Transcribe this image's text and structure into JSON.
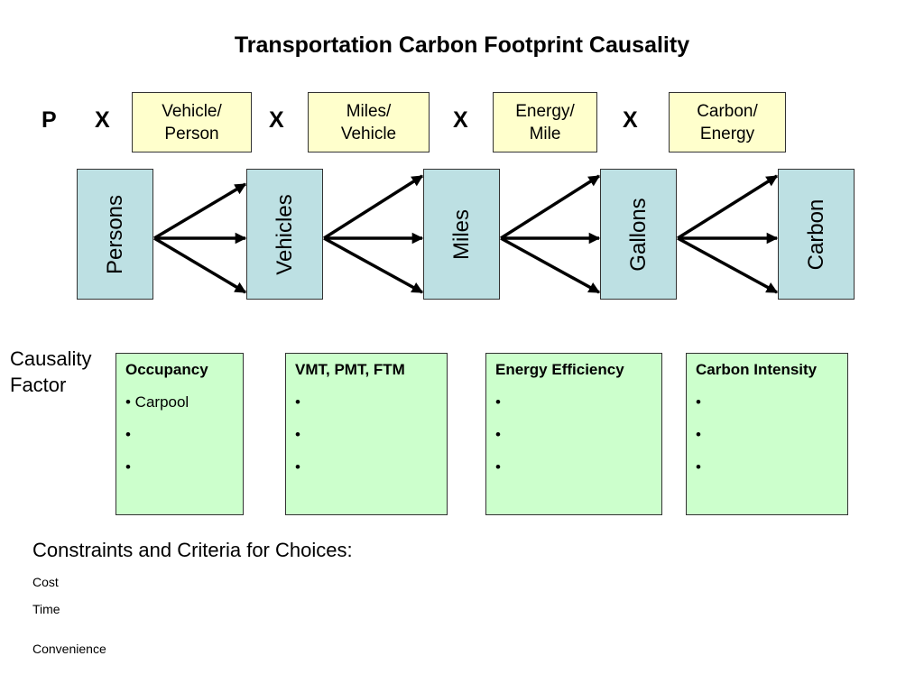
{
  "title": "Transportation Carbon Footprint Causality",
  "equation": {
    "p": "P",
    "ops": [
      "X",
      "X",
      "X",
      "X"
    ],
    "ratios": [
      {
        "line1": "Vehicle/",
        "line2": "Person"
      },
      {
        "line1": "Miles/",
        "line2": "Vehicle"
      },
      {
        "line1": "Energy/",
        "line2": "Mile"
      },
      {
        "line1": "Carbon/",
        "line2": "Energy"
      }
    ]
  },
  "quantities": [
    "Persons",
    "Vehicles",
    "Miles",
    "Gallons",
    "Carbon"
  ],
  "causality": {
    "label_line1": "Causality",
    "label_line2": "Factor",
    "factors": [
      {
        "title": "Occupancy",
        "bullets": [
          "• Carpool",
          "•",
          "•"
        ]
      },
      {
        "title": "VMT, PMT, FTM",
        "bullets": [
          "•",
          "•",
          "•"
        ]
      },
      {
        "title": "Energy Efficiency",
        "bullets": [
          "•",
          "•",
          "•"
        ]
      },
      {
        "title": "Carbon Intensity",
        "bullets": [
          "•",
          "•",
          "•"
        ]
      }
    ]
  },
  "constraints": {
    "heading": "Constraints and Criteria for Choices:",
    "items": [
      "Cost",
      "Time",
      "Convenience"
    ]
  },
  "colors": {
    "ratio_fill": "#ffffcc",
    "quantity_fill": "#bde0e3",
    "factor_fill": "#ccffcc",
    "border": "#333333",
    "arrow": "#000000"
  }
}
